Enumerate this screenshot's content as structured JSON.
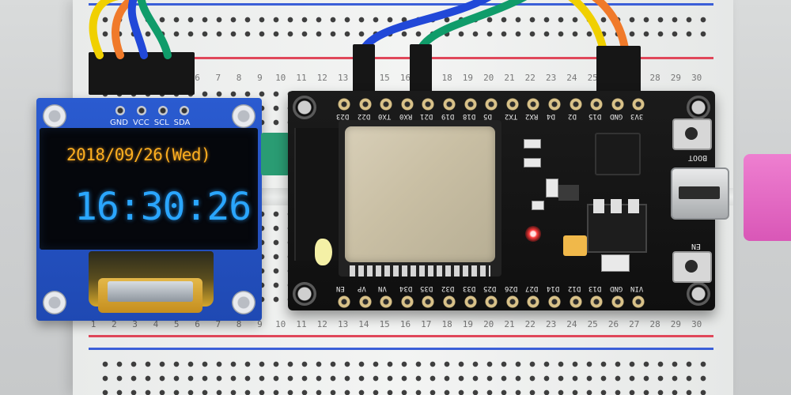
{
  "colors": {
    "oled_date": "#ffb020",
    "oled_time": "#2aa6ff",
    "oled_pcb": "#2a5bd0",
    "esp_pcb": "#111111",
    "wire_yellow": "#f0d000",
    "wire_orange": "#f07a2a",
    "wire_blue": "#2148d8",
    "wire_green": "#109c6a",
    "usb_cable": "#e46ac6",
    "led_red": "#ff3b3b"
  },
  "oled": {
    "pin_labels": [
      "GND",
      "VCC",
      "SCL",
      "SDA"
    ],
    "date_text": "2018/09/26(Wed)",
    "time_text": "16:30:26"
  },
  "breadboard": {
    "column_numbers": [
      "1",
      "2",
      "3",
      "4",
      "5",
      "6",
      "7",
      "8",
      "9",
      "10",
      "11",
      "12",
      "13",
      "14",
      "15",
      "16",
      "17",
      "18",
      "19",
      "20",
      "21",
      "22",
      "23",
      "24",
      "25",
      "26",
      "27",
      "28",
      "29",
      "30"
    ]
  },
  "esp32": {
    "top_pins": [
      "D23",
      "D22",
      "TX0",
      "RX0",
      "D21",
      "D19",
      "D18",
      "D5",
      "TX2",
      "RX2",
      "D4",
      "D2",
      "D15",
      "GND",
      "3V3"
    ],
    "bottom_pins": [
      "EN",
      "VP",
      "VN",
      "D34",
      "D35",
      "D32",
      "D33",
      "D25",
      "D26",
      "D27",
      "D14",
      "D12",
      "D13",
      "GND",
      "VIN"
    ],
    "boot_label": "BOOT",
    "en_label": "EN"
  }
}
